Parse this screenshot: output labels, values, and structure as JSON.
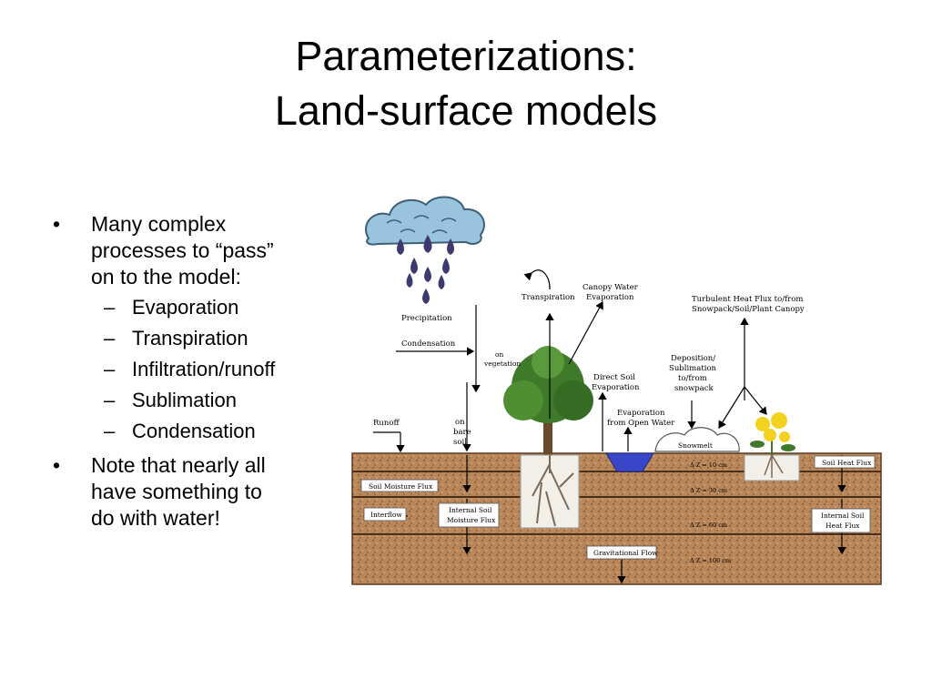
{
  "slide": {
    "title_line1": "Parameterizations:",
    "title_line2": "Land-surface models"
  },
  "bullets": {
    "b1": {
      "marker": "•",
      "text_lines": [
        "Many complex",
        "processes to “pass”",
        "on to the model:"
      ]
    },
    "sub": [
      {
        "marker": "–",
        "text": "Evaporation"
      },
      {
        "marker": "–",
        "text": "Transpiration"
      },
      {
        "marker": "–",
        "text": "Infiltration/runoff"
      },
      {
        "marker": "–",
        "text": "Sublimation"
      },
      {
        "marker": "–",
        "text": "Condensation"
      }
    ],
    "b2": {
      "marker": "•",
      "text_lines": [
        "Note that nearly all",
        "have something to",
        "do with water!"
      ]
    }
  },
  "diagram": {
    "labels": {
      "precipitation": "Precipitation",
      "condensation": "Condensation",
      "on_vegetation": [
        "on",
        "vegetation"
      ],
      "transpiration": "Transpiration",
      "canopy_water_evaporation": [
        "Canopy Water",
        "Evaporation"
      ],
      "turbulent_heat_flux": [
        "Turbulent Heat Flux to/from",
        "Snowpack/Soil/Plant Canopy"
      ],
      "deposition_sublimation": [
        "Deposition/",
        "Sublimation",
        "to/from",
        "snowpack"
      ],
      "direct_soil_evaporation": [
        "Direct Soil",
        "Evaporation"
      ],
      "evaporation_open_water": [
        "Evaporation",
        "from Open Water"
      ],
      "runoff": "Runoff",
      "on_bare_soil": [
        "on",
        "bare",
        "soil"
      ],
      "snowmelt": "Snowmelt",
      "soil_moisture_flux": "Soil Moisture Flux",
      "interflow": "Interflow",
      "internal_soil_moisture_flux": [
        "Internal Soil",
        "Moisture Flux"
      ],
      "soil_heat_flux": "Soil Heat Flux",
      "internal_soil_heat_flux": [
        "Internal Soil",
        "Heat Flux"
      ],
      "gravitational_flow": "Gravitational Flow",
      "dz10": "Δ Z = 10 cm",
      "dz30": "Δ Z = 30 cm",
      "dz60": "Δ Z = 60 cm",
      "dz100": "Δ Z = 100 cm"
    },
    "colors": {
      "soil": "#b9875a",
      "soil_dark": "#8a5a35",
      "cloud": "#9ac4de",
      "rain": "#3c3a6e",
      "tree_leaves": "#3f7a2a",
      "flower": "#f2d21e",
      "water": "#3a46c8"
    }
  }
}
